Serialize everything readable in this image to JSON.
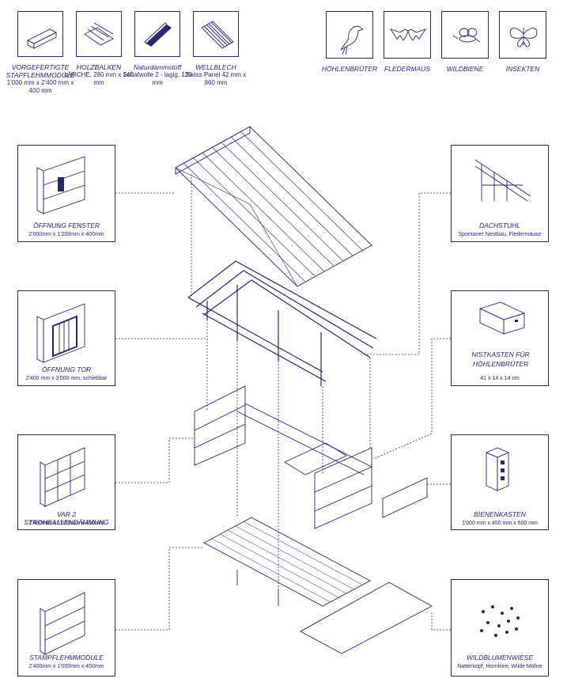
{
  "colors": {
    "ink": "#2a2670",
    "background": "#ffffff"
  },
  "materials": [
    {
      "icon": "stacked-clay-block-icon",
      "title": "VORGEFERTIGTE STAPFLEHMMODULE",
      "sub": "1'000 mm x 2'400 mm x 400 mm"
    },
    {
      "icon": "timber-beams-icon",
      "title": "HOLZBALKEN",
      "sub": "LÄRCHE, 280 mm x 140 mm"
    },
    {
      "icon": "insulation-panel-icon",
      "title": "Naturdämmstoff",
      "sub": "Schafwolle 2 - lagig, 120 mm"
    },
    {
      "icon": "corrugated-sheet-icon",
      "title": "WELLBLECH",
      "sub": "Swiss Panel 42 mm x 960 mm"
    }
  ],
  "animals": [
    {
      "icon": "bird-icon",
      "label": "HÖHLENBRÜTER"
    },
    {
      "icon": "bat-icon",
      "label": "FLEDERMAUS"
    },
    {
      "icon": "bee-icon",
      "label": "WILDBIENE"
    },
    {
      "icon": "butterfly-icon",
      "label": "INSEKTEN"
    }
  ],
  "left_details": [
    {
      "title": "ÖFFNUNG FENSTER",
      "sub": "2'000mm x 1'200mm x 400mm"
    },
    {
      "title": "ÖFFNUNG TOR",
      "sub": "2'400 mm x 3'000 mm, schiebbar"
    },
    {
      "title": "VAR 2 STROHBALLENDÄMMUNG",
      "sub": "2'400mm x 1'000mm x 450mm"
    },
    {
      "title": "STAMPFLEHMMODULE",
      "sub": "2'400mm x 1'000mm x 450mm"
    }
  ],
  "right_details": [
    {
      "title": "DACHSTUHL",
      "sub": "Spontaner Nestbau, Fledermäuse"
    },
    {
      "title": "NISTKASTEN FÜR HÖHLENBRÜTER",
      "sub": "41 x 14 x 14 cm"
    },
    {
      "title": "BIENENKASTEN",
      "sub": "1'000 mm x 450 mm x 600 mm"
    },
    {
      "title": "WILDBLUMENWIESE",
      "sub": "Natterkopf, Hornklee, Wilde Möhre"
    }
  ]
}
